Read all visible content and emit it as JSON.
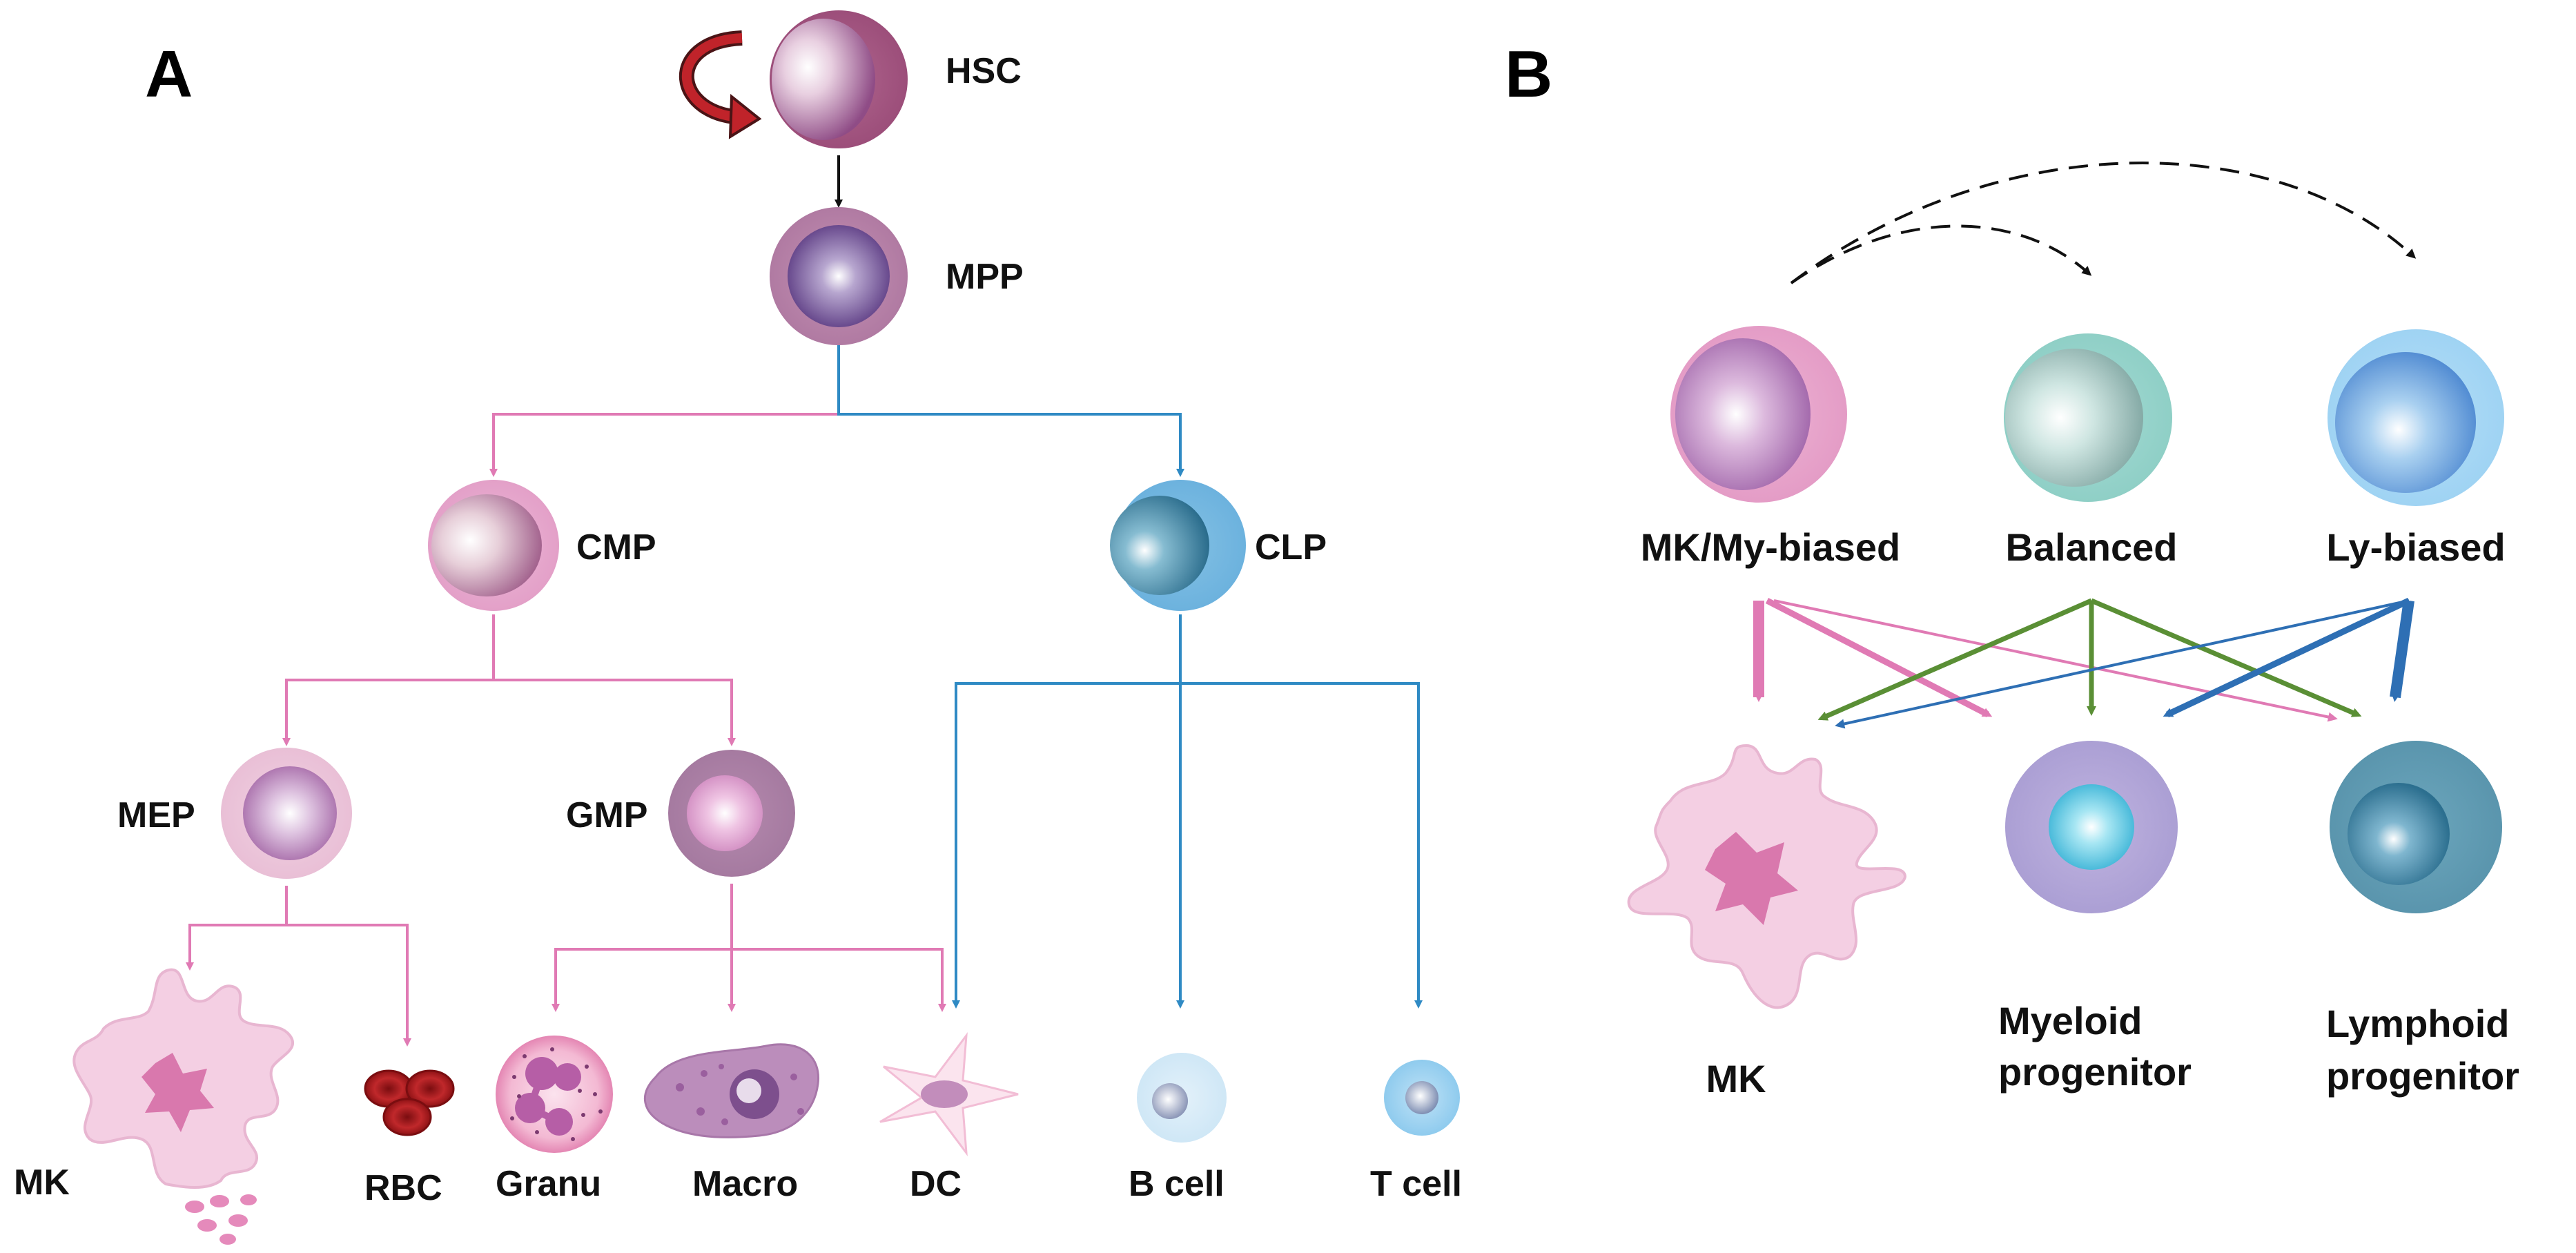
{
  "panel_a": {
    "label": "A",
    "nodes": {
      "hsc": "HSC",
      "mpp": "MPP",
      "cmp": "CMP",
      "clp": "CLP",
      "mep": "MEP",
      "gmp": "GMP",
      "mk": "MK",
      "rbc": "RBC",
      "granu": "Granu",
      "macro": "Macro",
      "dc": "DC",
      "b_cell": "B cell",
      "t_cell": "T cell"
    }
  },
  "panel_b": {
    "label": "B",
    "sources": {
      "mk_my_biased": "MK/My-biased",
      "balanced": "Balanced",
      "ly_biased": "Ly-biased"
    },
    "targets": {
      "mk": "MK",
      "myeloid_line1": "Myeloid",
      "myeloid_line2": "progenitor",
      "lymphoid_line1": "Lymphoid",
      "lymphoid_line2": "progenitor"
    }
  },
  "colors": {
    "myeloid_pink": "#e07ab4",
    "lymphoid_blue": "#2f8ac4",
    "balanced_green": "#5a8f35",
    "ly_blue_dark": "#2e6fb4",
    "self_renew_red": "#c0232a"
  }
}
